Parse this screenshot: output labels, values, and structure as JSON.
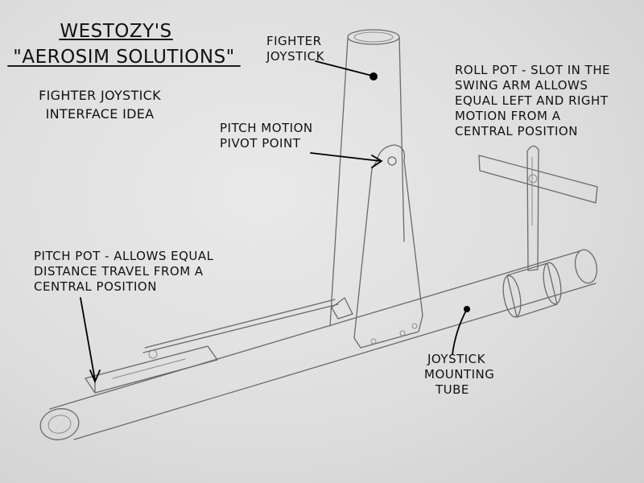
{
  "title": {
    "line1": "WESTOZY'S",
    "line2": "\"AEROSIM SOLUTIONS\""
  },
  "subtitle": {
    "line1": "FIGHTER JOYSTICK",
    "line2": "INTERFACE IDEA"
  },
  "callouts": {
    "fighter_joystick": [
      "FIGHTER",
      "JOYSTICK"
    ],
    "roll_pot": [
      "ROLL POT - SLOT IN THE",
      "SWING ARM ALLOWS",
      "EQUAL LEFT AND RIGHT",
      "MOTION FROM A",
      "CENTRAL POSITION"
    ],
    "pitch_pivot": [
      "PITCH MOTION",
      "PIVOT POINT"
    ],
    "pitch_pot": [
      "PITCH POT - ALLOWS EQUAL",
      "DISTANCE TRAVEL FROM A",
      "CENTRAL POSITION"
    ],
    "mounting_tube": [
      "JOYSTICK",
      "MOUNTING",
      "TUBE"
    ]
  },
  "colors": {
    "paper": "#dedede",
    "pencil": "#6a6a6a",
    "ink": "#000000"
  }
}
